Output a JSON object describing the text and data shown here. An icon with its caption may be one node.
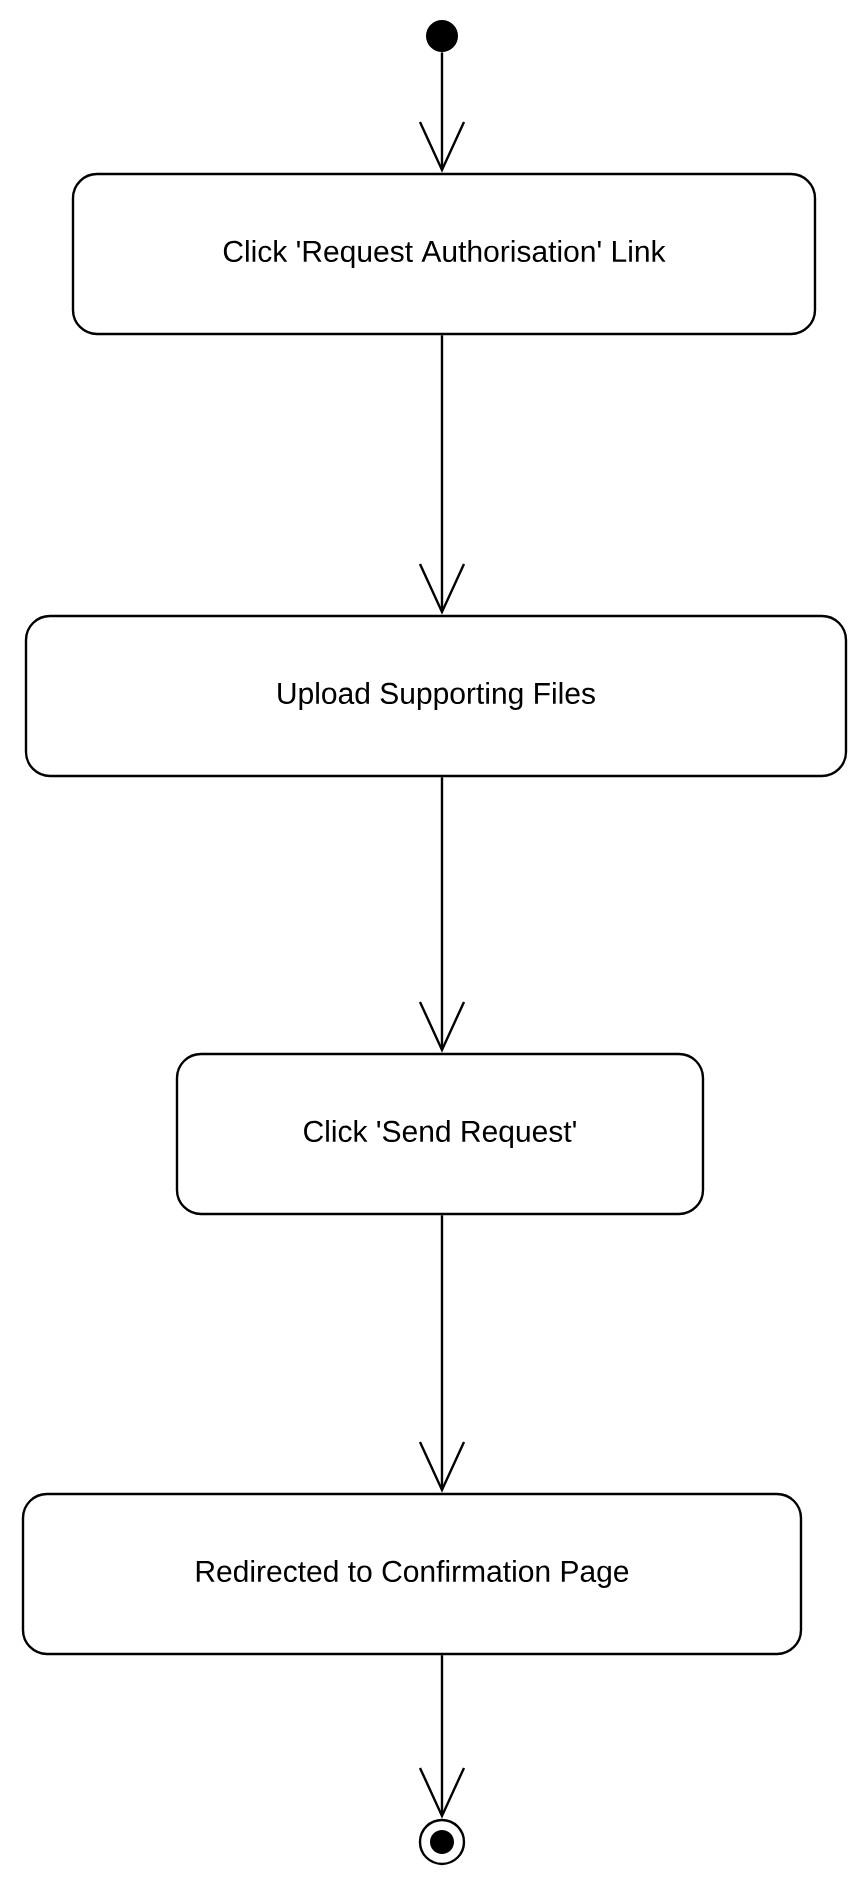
{
  "diagram": {
    "nodes": [
      {
        "text": [],
        "shape": "circle"
      },
      {
        "text": [
          "Click 'Request Authorisation' Link"
        ]
      },
      {
        "text": [
          "Upload Supporting Files"
        ]
      },
      {
        "text": [
          "Click 'Send Request'"
        ]
      },
      {
        "text": [
          "Redirected to Confirmation Page"
        ]
      },
      {
        "text": [],
        "shape": "bullseye"
      }
    ],
    "edges": [
      {
        "from": 0,
        "to": 1,
        "arrow": "to"
      },
      {
        "from": 1,
        "to": 2,
        "arrow": "to"
      },
      {
        "from": 2,
        "to": 3,
        "arrow": "to"
      },
      {
        "from": 3,
        "to": 4,
        "arrow": "to"
      },
      {
        "from": 4,
        "to": 5,
        "arrow": "to"
      }
    ]
  }
}
